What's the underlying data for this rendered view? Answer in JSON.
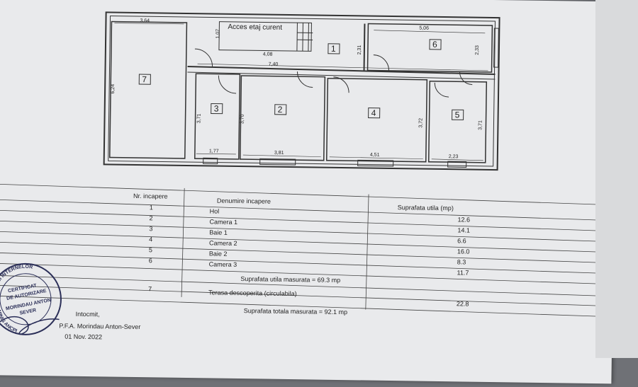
{
  "plan": {
    "access_label": "Acces etaj curent",
    "rooms": [
      "1",
      "2",
      "3",
      "4",
      "5",
      "6",
      "7"
    ],
    "dims": {
      "d364": "3,64",
      "d107": "1,07",
      "d408": "4,08",
      "d231": "2,31",
      "d506": "5,06",
      "d233": "2,33",
      "d740": "7,40",
      "d624": "6,24",
      "d371a": "3,71",
      "d370": "3,70",
      "d372": "3,72",
      "d371b": "3,71",
      "d177": "1,77",
      "d381": "3,81",
      "d451": "4,51",
      "d223": "2,23"
    }
  },
  "table": {
    "headers": [
      "Nr. incapere",
      "Denumire incapere",
      "Suprafata utila (mp)"
    ],
    "rows": [
      {
        "nr": "1",
        "name": "Hol",
        "area": "12.6"
      },
      {
        "nr": "2",
        "name": "Camera 1",
        "area": "14.1"
      },
      {
        "nr": "3",
        "name": "Baie 1",
        "area": "6.6"
      },
      {
        "nr": "4",
        "name": "Camera 2",
        "area": "16.0"
      },
      {
        "nr": "5",
        "name": "Baie 2",
        "area": "8.3"
      },
      {
        "nr": "6",
        "name": "Camera 3",
        "area": "11.7"
      }
    ],
    "subtotal": "Suprafata utila masurata = 69.3 mp",
    "terrace": {
      "nr": "7",
      "name": "Terasa descoperita (circulabila)",
      "area": "22.8"
    },
    "total": "Suprafata totala masurata = 92.1 mp"
  },
  "signature": {
    "line1": "Intocmit,",
    "line2": "P.F.A. Morindau Anton-Sever",
    "line3": "01 Nov. 2022"
  },
  "stamp": {
    "top": "STRATIEI SI INTERNELOR",
    "bottom": "MINIS ANCPI",
    "mid1": "CERTIFICAT",
    "mid2": "DE AUTORIZARE",
    "name": "MORINDAU ANTON",
    "name2": "SEVER"
  }
}
